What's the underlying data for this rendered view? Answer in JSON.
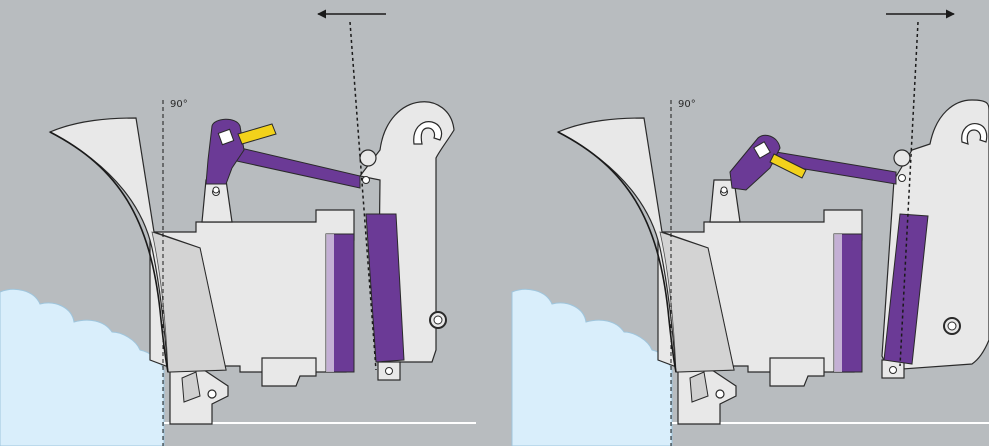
{
  "background_color": "#b8bcbf",
  "colors": {
    "blade": "#e8e8e8",
    "outline": "#2a2a2a",
    "purple": "#6b3a96",
    "yellow": "#f2d21b",
    "snow": "#d9eefb",
    "blade_face": "#cfcfcf"
  },
  "panels": [
    {
      "id": "left",
      "angle_label": "90°",
      "arrow_direction": "left",
      "handle": "raised"
    },
    {
      "id": "right",
      "angle_label": "90°",
      "arrow_direction": "right",
      "handle": "lowered"
    }
  ]
}
